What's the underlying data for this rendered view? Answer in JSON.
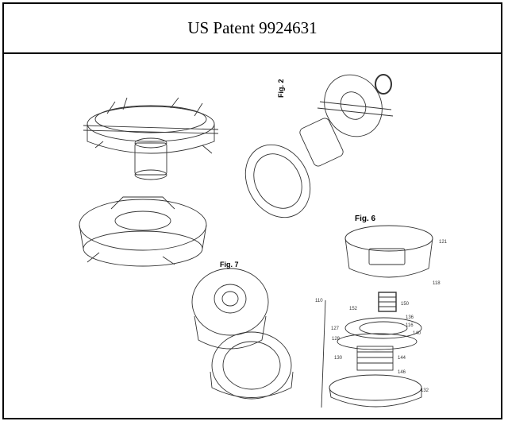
{
  "title": "US Patent 9924631",
  "figures": [
    {
      "label": "Fig. 2"
    },
    {
      "label": "Fig. 6"
    },
    {
      "label": "Fig. 7"
    }
  ],
  "callouts_fig6": [
    "121",
    "118",
    "150",
    "152",
    "136",
    "116",
    "140",
    "127",
    "128",
    "130",
    "144",
    "146",
    "132",
    "110"
  ]
}
